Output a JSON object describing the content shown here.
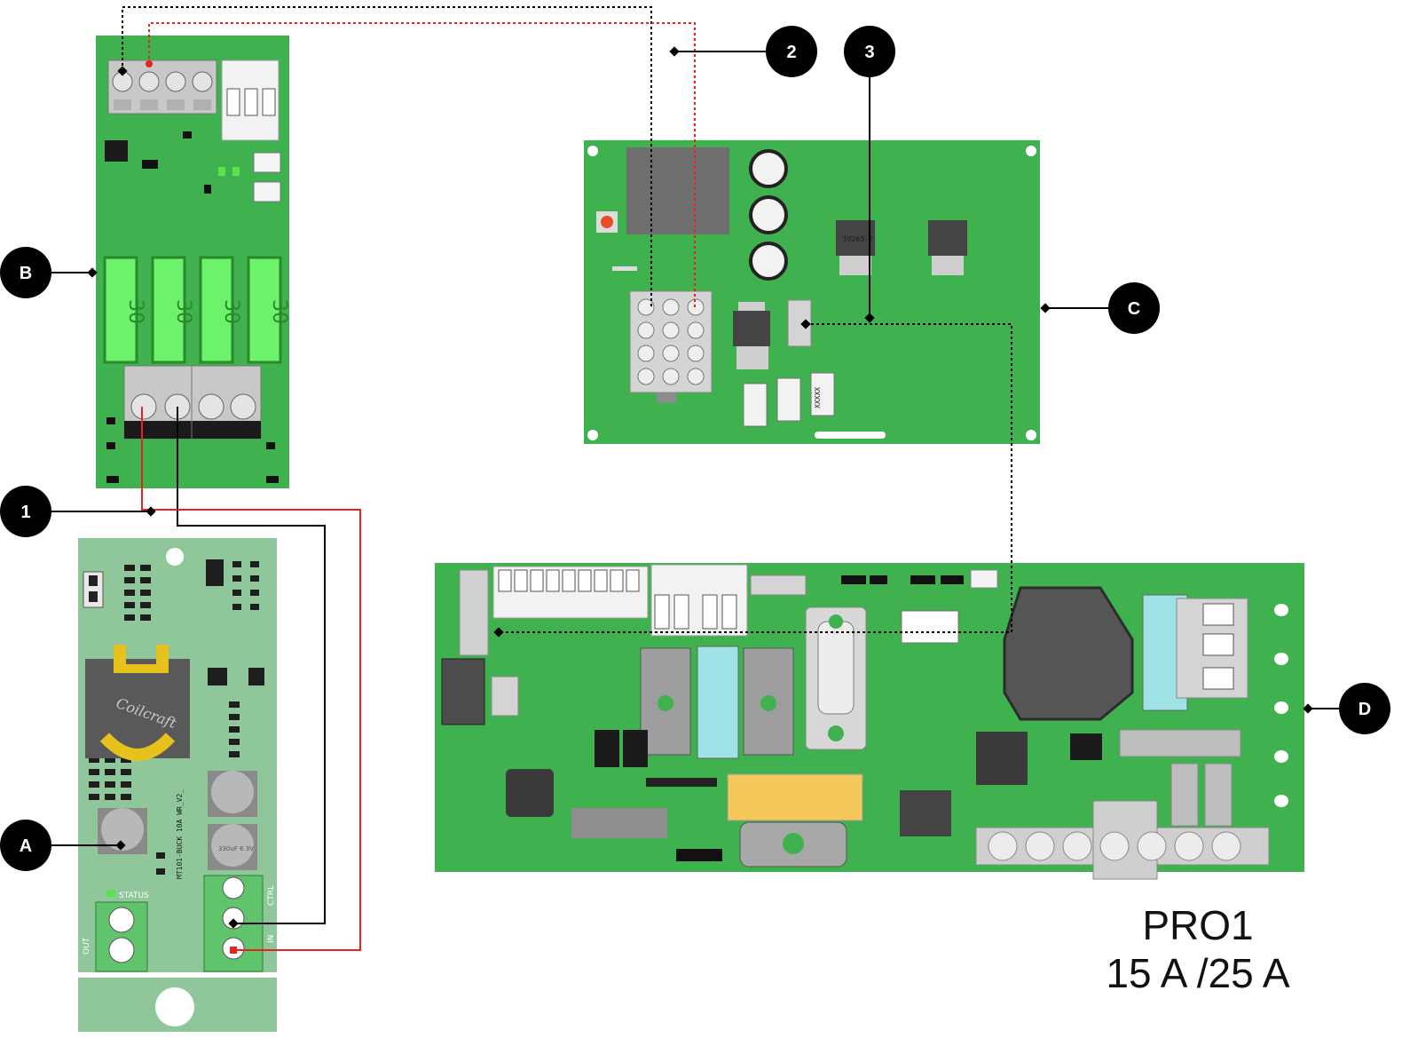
{
  "callouts": {
    "one": "1",
    "two": "2",
    "three": "3",
    "A": "A",
    "B": "B",
    "C": "C",
    "D": "D"
  },
  "model": {
    "name": "PRO1",
    "rating": "15 A /25 A"
  },
  "board_a": {
    "label_status": "STATUS",
    "label_ctrl": "CTRL",
    "label_in": "IN",
    "label_out": "OUT",
    "cap_label": "330uF 6.3V",
    "brand_text": "Coilcraft",
    "pcb_text": "MT101-BUCK 10A WR_V2_"
  },
  "board_b": {
    "fuse_values": [
      "30",
      "30",
      "30",
      "30"
    ]
  },
  "board_c": {
    "ic_label": "TO263-7",
    "resistor_label": "XXXXX"
  },
  "colors": {
    "pcb_green": "#3fb24f",
    "pcb_light": "#8fc79a",
    "wire_red": "#e8231f",
    "wire_black": "#000000",
    "callout_fill": "#000000"
  }
}
